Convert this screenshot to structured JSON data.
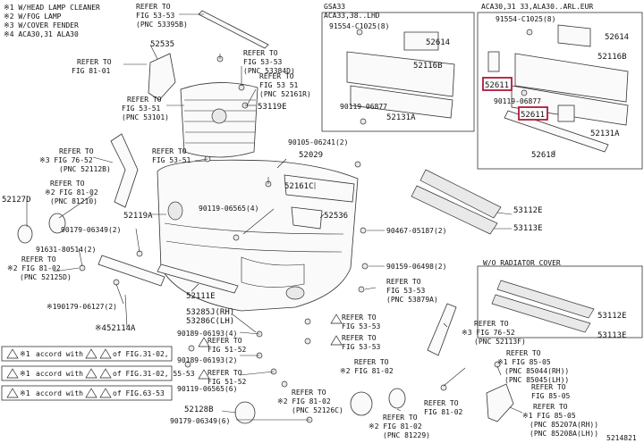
{
  "legend": [
    "※1 W/HEAD LAMP CLEANER",
    "※2 W/FOG LAMP",
    "※3 W/COVER FENDER",
    "※4 ACA30,31 ALA30"
  ],
  "insets": {
    "left_title": [
      "GSA33",
      "ACA33,38..LHD"
    ],
    "right_title": "ACA30,31 33,ALA30..ARL.EUR",
    "radiator_title": "W/O RADIATOR COVER"
  },
  "refs": {
    "r_53_53_395": [
      "REFER TO",
      "FIG 53-53",
      "(PNC 53395B)"
    ],
    "r_81_01": [
      "REFER TO",
      "FIG 81-01"
    ],
    "r_53_51_top": [
      "REFER TO",
      "FIG 53-51",
      "(PNC 53101)"
    ],
    "r_53_53_384": [
      "REFER TO",
      "FIG 53-53",
      "(PNC 53384D)"
    ],
    "r_53_51_161": [
      "REFER TO",
      "FIG 53 51",
      "(PNC 52161R)"
    ],
    "r_76_52": [
      "REFER TO",
      "※3 FIG 76-52",
      "(PNC 52112B)"
    ],
    "r_53_51_mid": [
      "REFER TO",
      "FIG 53-51"
    ],
    "r_81_02_210": [
      "REFER TO",
      "※2 FIG 81-02",
      "(PNC 81210)"
    ],
    "r_81_02_125": [
      "REFER TO",
      "※2 FIG 81-02",
      "(PNC 52125D)"
    ],
    "r_53_53_879": [
      "REFER TO",
      "FIG 53-53",
      "(PNC 53879A)"
    ],
    "r_53_53_b": [
      "REFER TO",
      "FIG 53-53"
    ],
    "r_53_53_c": [
      "REFER TO",
      "FIG 53-53"
    ],
    "r_51_52_a": [
      "REFER TO",
      "FIG 51-52"
    ],
    "r_51_52_b": [
      "REFER TO",
      "FIG 51-52"
    ],
    "r_81_02_mid": [
      "REFER TO",
      "※2 FIG 81-02"
    ],
    "r_81_02_126": [
      "REFER TO",
      "※2 FIG 81-02",
      "(PNC 52126C)"
    ],
    "r_81_02_229": [
      "REFER TO",
      "※2 FIG 81-02",
      "(PNC 81229)"
    ],
    "r_81_02_right": [
      "REFER TO",
      "FIG 81-02"
    ],
    "r_76_52_113": [
      "REFER TO",
      "※3 FIG 76-52",
      "(PNC 52113F)"
    ],
    "r_85_05_a": [
      "REFER TO",
      "※1 FIG 85-05",
      "(PNC 85044(RH))",
      "(PNC 85045(LH))"
    ],
    "r_85_05_b": [
      "REFER TO",
      "FIG 85-05"
    ],
    "r_85_05_c": [
      "REFER TO",
      "※1 FIG 85-05",
      "(PNC 85207A(RH))",
      "(PNC 85208A(LH))"
    ]
  },
  "parts": {
    "p52535": "52535",
    "p52119A": "52119A",
    "p52127D": "52127D",
    "p90179_06349_2": "90179-06349(2)",
    "p91631_80514_2": "91631-80514(2)",
    "p90179_06127_2": "※190179-06127(2)",
    "p52114A": "※452114A",
    "p52111E": "52111E",
    "p53285J": "53285J(RH)",
    "p53286C": "53286C(LH)",
    "p90189_06193_4": "90189-06193(4)",
    "p90189_06193_2": "90189-06193(2)",
    "p90119_06565_6": "90119-06565(6)",
    "p52128B": "52128B",
    "p90179_06349_6": "90179-06349(6)",
    "p53119E": "53119E",
    "p90105_06241_2": "90105-06241(2)",
    "p52029": "52029",
    "p52161C": "52161C",
    "p90119_06565_4": "90119-06565(4)",
    "p52536": "52536",
    "p90467_05187_2": "90467-05187(2)",
    "p90159_06498_2": "90159-06498(2)",
    "p53112E_a": "53112E",
    "p53113E_a": "53113E",
    "p53112E_b": "53112E",
    "p53113E_b": "53113E",
    "p214821": "5214821",
    "l91554": "91554-C1025(8)",
    "l52614": "52614",
    "l52116B": "52116B",
    "l90119": "90119-06877",
    "l52131A": "52131A",
    "r91554": "91554-C1025(8)",
    "r52614": "52614",
    "r52116B": "52116B",
    "r90119": "90119-06877",
    "r52611a": "52611",
    "r52611b": "52611",
    "r52131A": "52131A",
    "r52618": "52618"
  },
  "notes": [
    {
      "pre": "※1",
      "mid": "accord with",
      "post": "of FIG.31-02,"
    },
    {
      "pre": "※1",
      "mid": "accord with",
      "post": "of FIG.31-02, 55-53"
    },
    {
      "pre": "※1",
      "mid": "accord with",
      "post": "of FIG.63-53"
    }
  ]
}
